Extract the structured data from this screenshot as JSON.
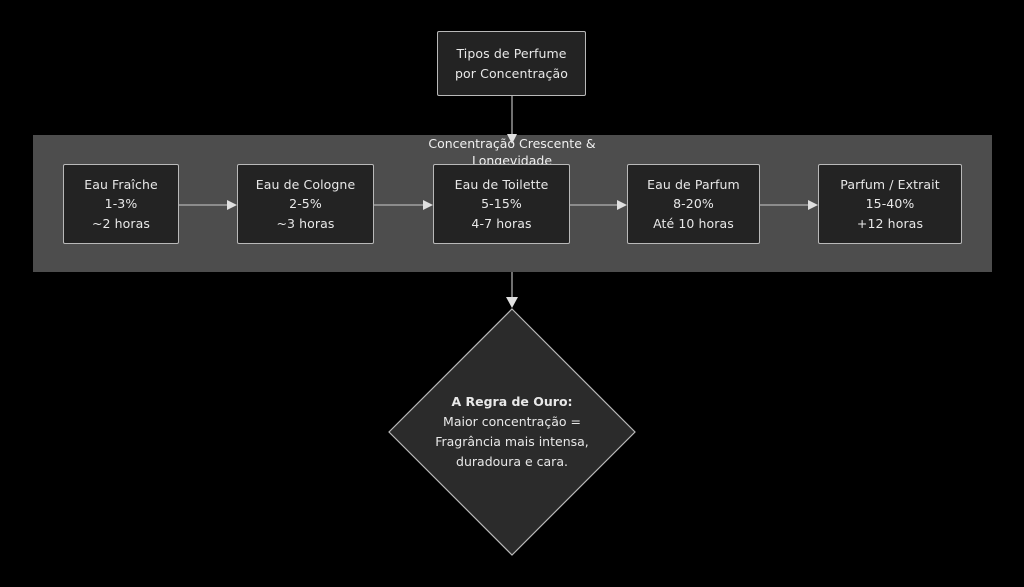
{
  "diagram": {
    "title": "Tipos de Perfume por Concentração",
    "background_color": "#000000",
    "node_fill": "#232323",
    "node_border": "#b9b9b9",
    "subgraph_fill": "#4d4d4d",
    "edge_color": "#cccccc",
    "text_color": "#e8e8e8"
  },
  "root": {
    "line1": "Tipos de Perfume",
    "line2": "por Concentração"
  },
  "subgraph": {
    "title_line1": "Concentração Crescente &",
    "title_line2": "Longevidade"
  },
  "stages": [
    {
      "name": "Eau Fraîche",
      "concentration": "1-3%",
      "longevity": "~2 horas"
    },
    {
      "name": "Eau de Cologne",
      "concentration": "2-5%",
      "longevity": "~3 horas"
    },
    {
      "name": "Eau de Toilette",
      "concentration": "5-15%",
      "longevity": "4-7 horas"
    },
    {
      "name": "Eau de Parfum",
      "concentration": "8-20%",
      "longevity": "Até 10 horas"
    },
    {
      "name": "Parfum / Extrait",
      "concentration": "15-40%",
      "longevity": "+12 horas"
    }
  ],
  "decision": {
    "line1": "A Regra de Ouro:",
    "line2": "Maior concentração =",
    "line3": "Fragrância mais intensa,",
    "line4": "duradoura e cara."
  }
}
